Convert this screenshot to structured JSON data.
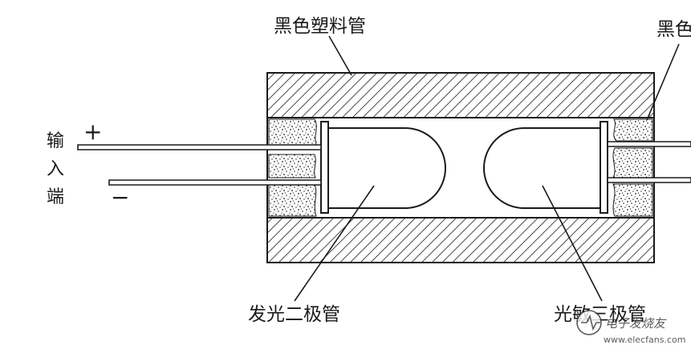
{
  "labels": {
    "plastic_tube_top": "黑色塑料管",
    "plastic_tube_right": "黑色",
    "input_line1": "输",
    "input_line2": "入",
    "input_line3": "端",
    "plus": "+",
    "minus": "−",
    "led": "发光二极管",
    "phototransistor": "光敏三极管"
  },
  "watermark": {
    "brand": "电子发烧友",
    "site": "www.elecfans.com"
  },
  "colors": {
    "ink": "#1a1a1a",
    "background": "#ffffff"
  }
}
